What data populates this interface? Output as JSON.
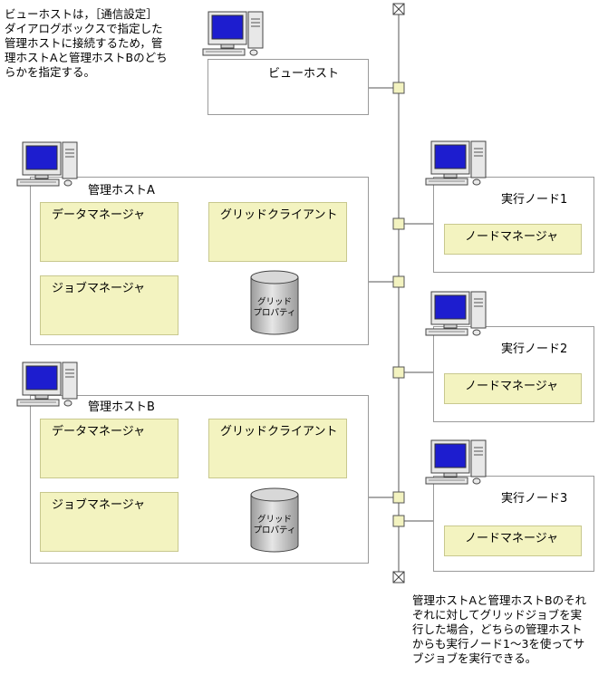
{
  "notes": {
    "top_left": [
      "ビューホストは，［通信設定］",
      "ダイアログボックスで指定した",
      "管理ホストに接続するため，管",
      "理ホストAと管理ホストBのどち",
      "らかを指定する。"
    ],
    "bottom_right": [
      "管理ホストAと管理ホストBのそれ",
      "ぞれに対してグリッドジョブを実",
      "行した場合，どちらの管理ホスト",
      "からも実行ノード1～3を使ってサ",
      "ブジョブを実行できる。"
    ]
  },
  "view_host": {
    "label": "ビューホスト"
  },
  "mgmt_hosts": [
    {
      "label": "管理ホストA",
      "data_manager": "データマネージャ",
      "grid_client": "グリッドクライアント",
      "job_manager": "ジョブマネージャ",
      "db": [
        "グリッド",
        "プロパティ"
      ]
    },
    {
      "label": "管理ホストB",
      "data_manager": "データマネージャ",
      "grid_client": "グリッドクライアント",
      "job_manager": "ジョブマネージャ",
      "db": [
        "グリッド",
        "プロパティ"
      ]
    }
  ],
  "exec_nodes": [
    {
      "label": "実行ノード1",
      "manager": "ノードマネージャ"
    },
    {
      "label": "実行ノード2",
      "manager": "ノードマネージャ"
    },
    {
      "label": "実行ノード3",
      "manager": "ノードマネージャ"
    }
  ],
  "colors": {
    "component_fill": "#f3f3c0",
    "connector_fill": "#f3f3c0",
    "screen_blue": "#1d1dcf",
    "db_gray": "#bdbdbd"
  }
}
